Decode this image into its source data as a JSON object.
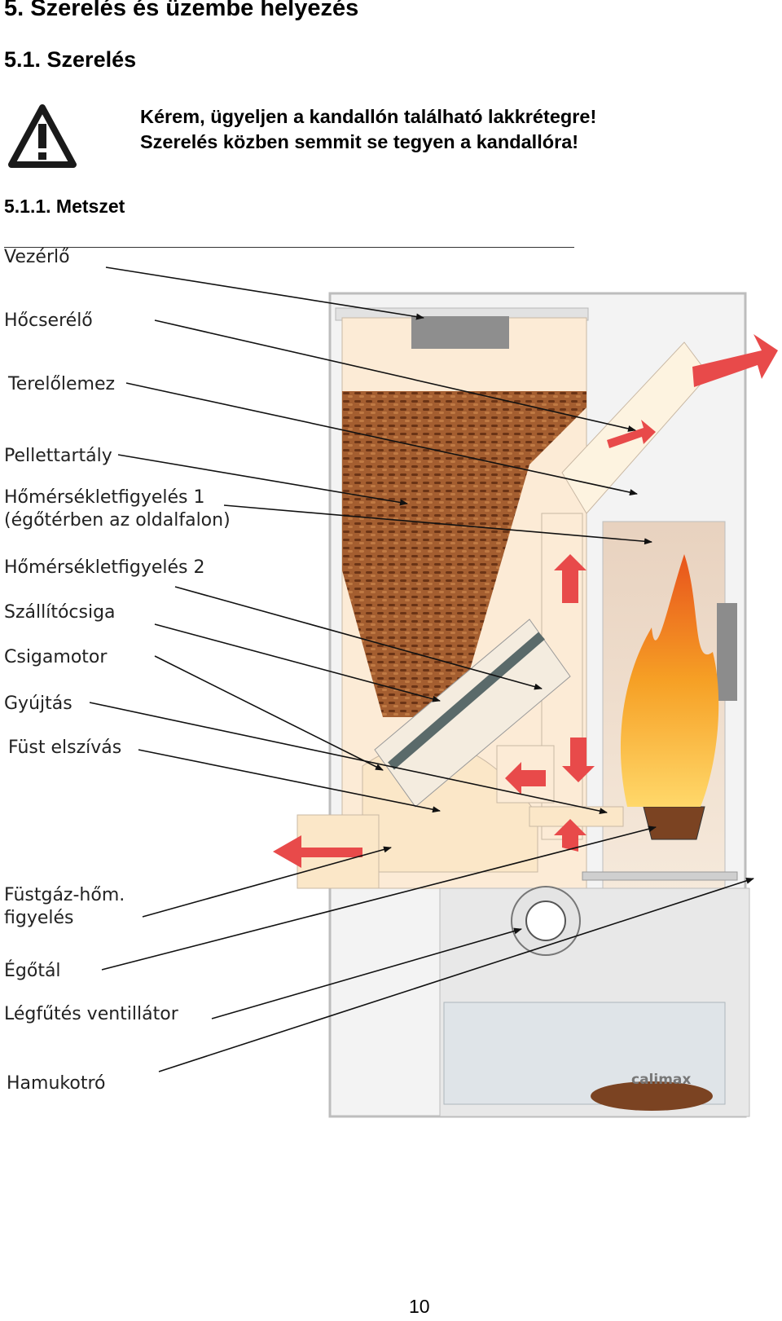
{
  "heading": {
    "section": "5. Szerelés és üzembe helyezés",
    "subsection": "5.1. Szerelés",
    "subsubsection": "5.1.1. Metszet"
  },
  "warning": {
    "icon": "warning-triangle-icon",
    "line1": "Kérem, ügyeljen a kandallón található lakkrétegre!",
    "line2": "Szerelés közben semmit se tegyen a kandallóra!"
  },
  "diagram": {
    "labels": [
      {
        "text": "Vezérlő"
      },
      {
        "text": "Hőcserélő"
      },
      {
        "text": "Terelőlemez"
      },
      {
        "text": "Pellettartály"
      },
      {
        "text": "Hőmérsékletfigyelés 1"
      },
      {
        "text": "(égőtérben az oldalfalon)"
      },
      {
        "text": "Hőmérsékletfigyelés 2"
      },
      {
        "text": "Szállítócsiga"
      },
      {
        "text": "Csigamotor"
      },
      {
        "text": "Gyújtás"
      },
      {
        "text": "Füst elszívás"
      },
      {
        "text": "Füstgáz-hőm."
      },
      {
        "text": "figyelés"
      },
      {
        "text": "Égőtál"
      },
      {
        "text": "Légfűtés ventillátor"
      },
      {
        "text": "Hamukotró"
      }
    ],
    "brand": "calimax",
    "colors": {
      "frame": "#cfcfcf",
      "cream": "#fcebd6",
      "pellet": "#8a4a22",
      "flame": "#f08a1e",
      "arrow_red": "#e84a4a",
      "ash": "#dfe4e8"
    }
  },
  "page_number": "10"
}
